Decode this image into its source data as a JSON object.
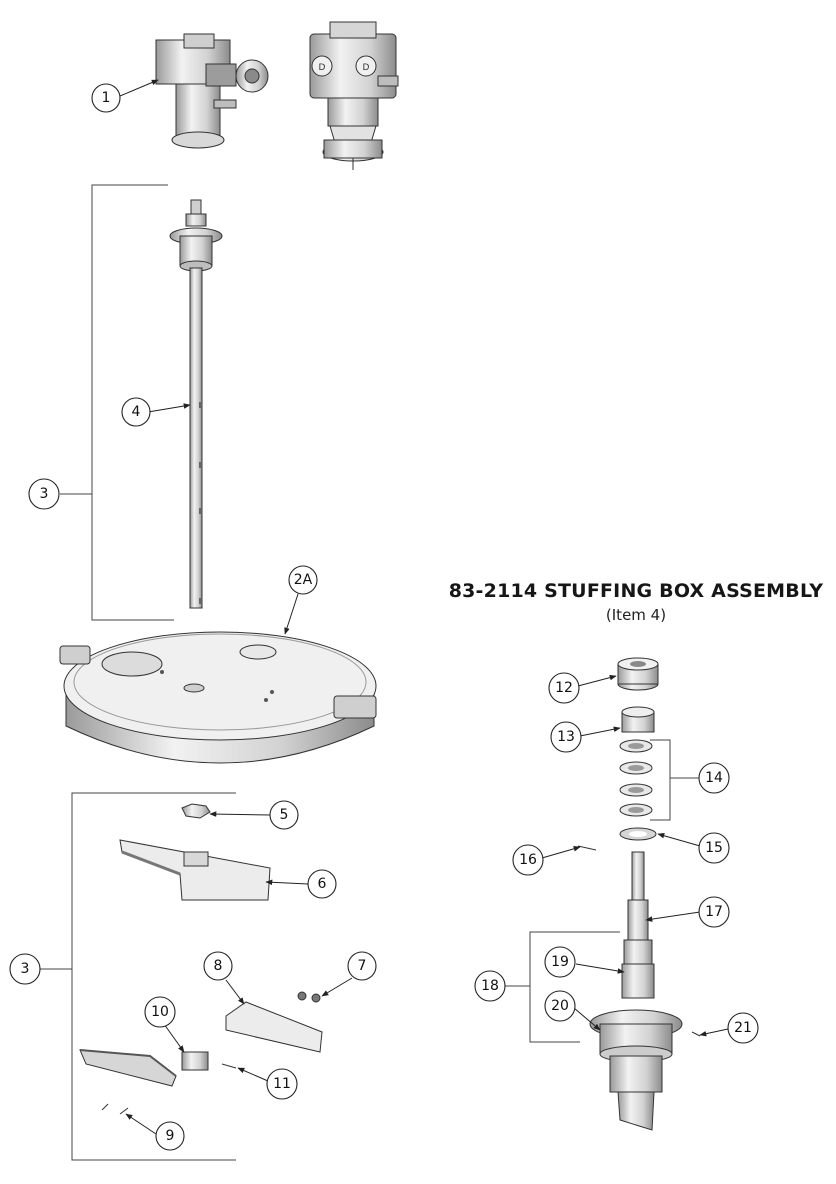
{
  "stuffing_box": {
    "title": "83-2114 STUFFING BOX ASSEMBLY",
    "subtitle": "(Item 4)"
  },
  "callouts": {
    "c1": "1",
    "c2a": "2A",
    "c3_upper": "3",
    "c3_lower": "3",
    "c4": "4",
    "c5": "5",
    "c6": "6",
    "c7": "7",
    "c8": "8",
    "c9": "9",
    "c10": "10",
    "c11": "11",
    "c12": "12",
    "c13": "13",
    "c14": "14",
    "c15": "15",
    "c16": "16",
    "c17": "17",
    "c18": "18",
    "c19": "19",
    "c20": "20",
    "c21": "21"
  },
  "colors": {
    "line": "#222222",
    "metal_light": "#e6e6e6",
    "metal_mid": "#c4c4c4",
    "metal_dark": "#8a8a8a"
  }
}
